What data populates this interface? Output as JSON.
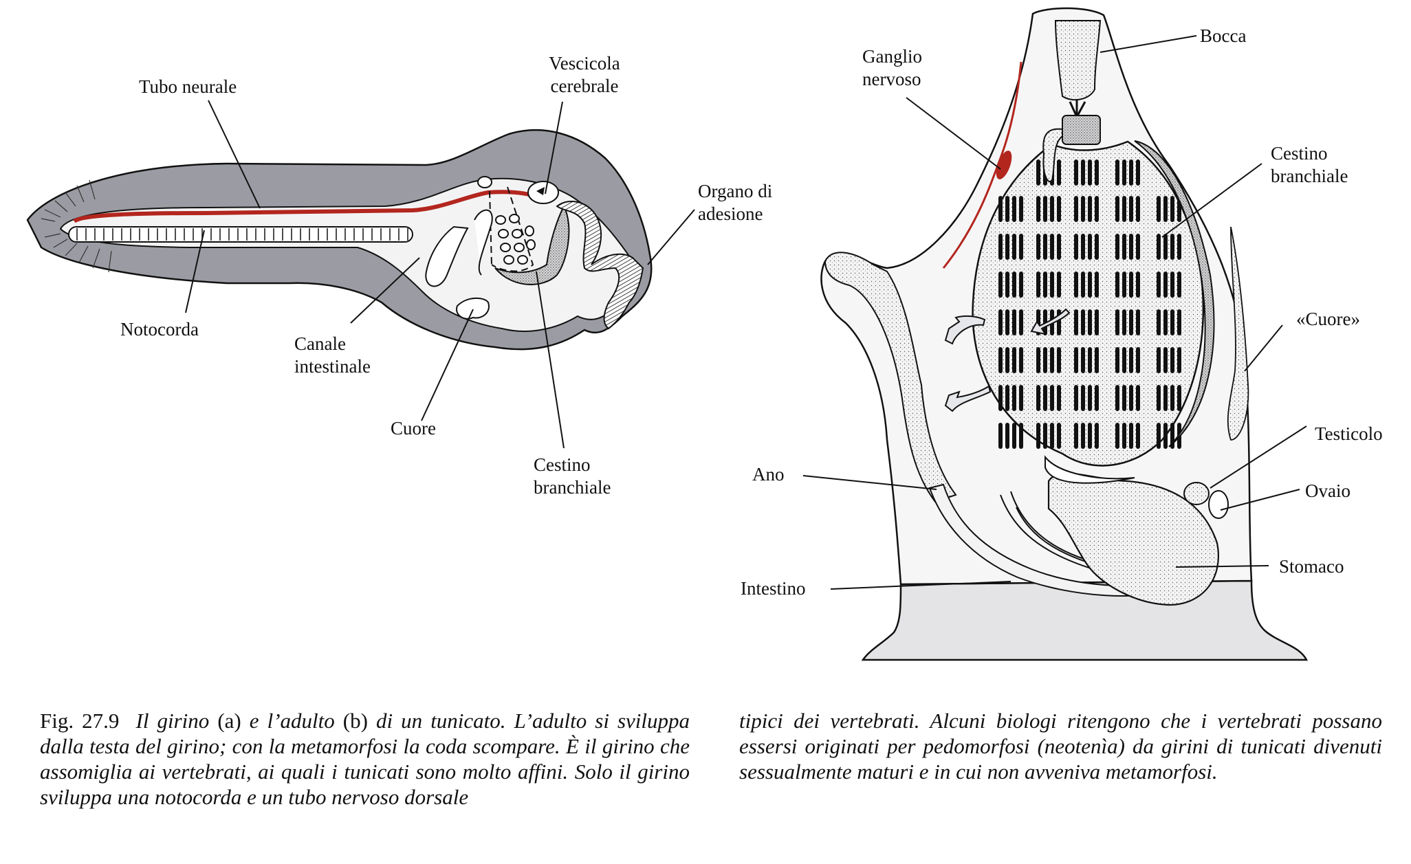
{
  "figure": {
    "colors": {
      "tail_gray": "#9b9ca3",
      "body_fill": "#f3f3f4",
      "neural_red": "#b3261e",
      "outline": "#111111",
      "base_gray": "#e4e4e6"
    },
    "tadpole": {
      "panel": "a",
      "labels": {
        "tubo_neurale": "Tubo neurale",
        "vescicola_1": "Vescicola",
        "vescicola_2": "cerebrale",
        "organo_1": "Organo di",
        "organo_2": "adesione",
        "notocorda": "Notocorda",
        "canale_1": "Canale",
        "canale_2": "intestinale",
        "cuore": "Cuore",
        "cestino_1": "Cestino",
        "cestino_2": "branchiale"
      }
    },
    "adult": {
      "panel": "b",
      "labels": {
        "bocca": "Bocca",
        "ganglio_1": "Ganglio",
        "ganglio_2": "nervoso",
        "cestino_1": "Cestino",
        "cestino_2": "branchiale",
        "cuore": "«Cuore»",
        "testicolo": "Testicolo",
        "ano": "Ano",
        "ovaio": "Ovaio",
        "stomaco": "Stomaco",
        "intestino": "Intestino"
      }
    }
  },
  "caption": {
    "fig_number": "Fig. 27.9",
    "part1": "Il girino",
    "part2": "(a)",
    "part3": "e l’adulto",
    "part4": "(b)",
    "part5": "di un tunicato. L’adulto si sviluppa dalla testa del girino; con la metamorfosi la coda scompare. È il girino che assomiglia ai vertebrati, ai quali i tunicati sono molto affini. Solo il girino sviluppa una notocorda e un tubo nervoso dorsale",
    "continued": "tipici dei vertebrati. Alcuni biologi ritengono che i vertebrati possano essersi originati per pedomorfosi (neotenìa) da girini di tunicati divenuti sessualmente maturi e in cui non avveniva metamorfosi."
  }
}
